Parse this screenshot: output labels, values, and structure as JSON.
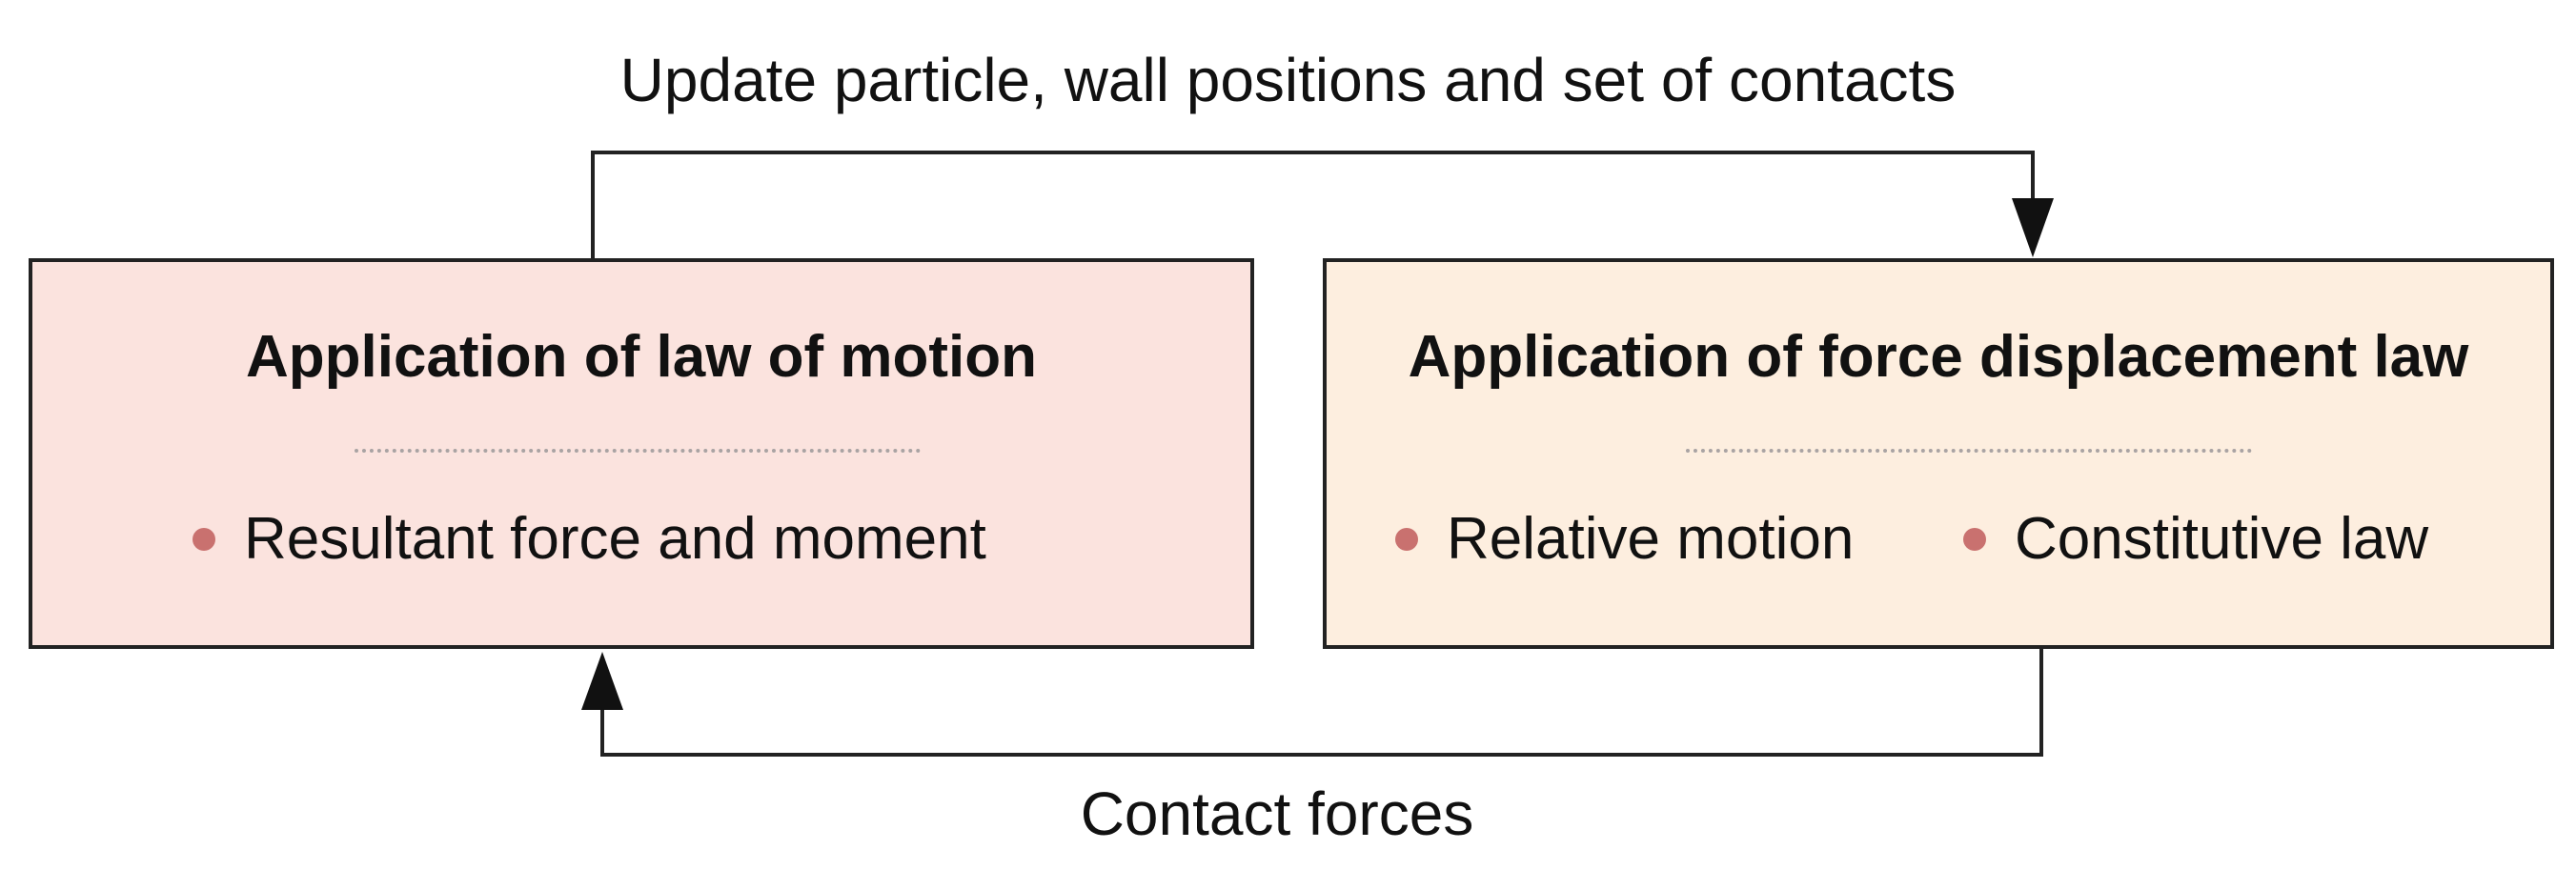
{
  "diagram": {
    "top_label": "Update particle, wall positions and set of contacts",
    "bottom_label": "Contact forces",
    "left_box": {
      "title": "Application of law of motion",
      "items": [
        "Resultant force and moment"
      ]
    },
    "right_box": {
      "title": "Application of force displacement law",
      "items": [
        "Relative motion",
        "Constitutive law"
      ]
    },
    "colors": {
      "left_box_fill": "#fbe3de",
      "right_box_fill": "#fdeedf",
      "bullet": "#c9716f",
      "line": "#222222"
    }
  }
}
